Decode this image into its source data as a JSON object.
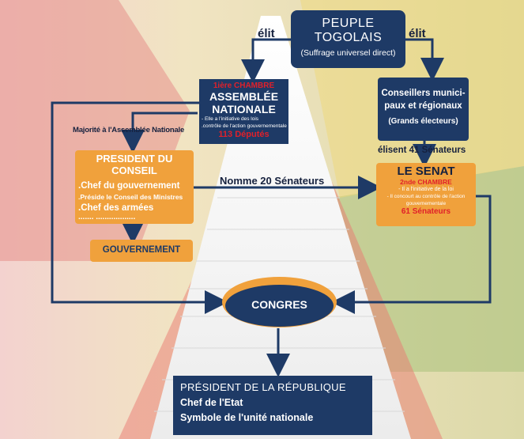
{
  "peuple": {
    "line1": "PEUPLE",
    "line2": "TOGOLAIS",
    "line3": "(Suffrage universel direct)"
  },
  "elit_left": "élit",
  "elit_right": "élit",
  "assemblee": {
    "tag": "1ière CHAMBRE",
    "line1": "ASSEMBLÉE",
    "line2": "NATIONALE",
    "item1": "- Elle a l'initiative des lois",
    "item2": ".contrôle de l'action gouvernementale",
    "count": "113 Députés"
  },
  "conseillers": {
    "line1": "Conseillers munici-",
    "line2": "paux et régionaux",
    "line3": "(Grands électeurs)"
  },
  "majorite_label": "Majorité à l'Assemblée Nationale",
  "elisent_label": "élisent 41 Sénateurs",
  "nomme_label": "Nomme 20 Sénateurs",
  "president_conseil": {
    "title": "PRESIDENT DU CONSEIL",
    "item1": ".Chef du gouvernement",
    "item2": ".Préside le Conseil des Ministres",
    "item3": ".Chef des armées",
    "dots": "....... .................."
  },
  "gouvernement": "GOUVERNEMENT",
  "senat": {
    "title": "LE SENAT",
    "tag": "2nde CHAMBRE",
    "item1": "- Il a l'initiative de la loi",
    "item2": "- Il concourt au contrôle de l'action",
    "item3": "gouvernementale",
    "count": "61 Sénateurs"
  },
  "congres": "CONGRES",
  "president_republique": {
    "line1": "PRÉSIDENT DE LA RÉPUBLIQUE",
    "line2": "Chef de l'Etat",
    "line3": "Symbole de l'unité nationale"
  },
  "colors": {
    "navy": "#1e3a66",
    "orange": "#f0a13c",
    "red": "#e0202a"
  }
}
